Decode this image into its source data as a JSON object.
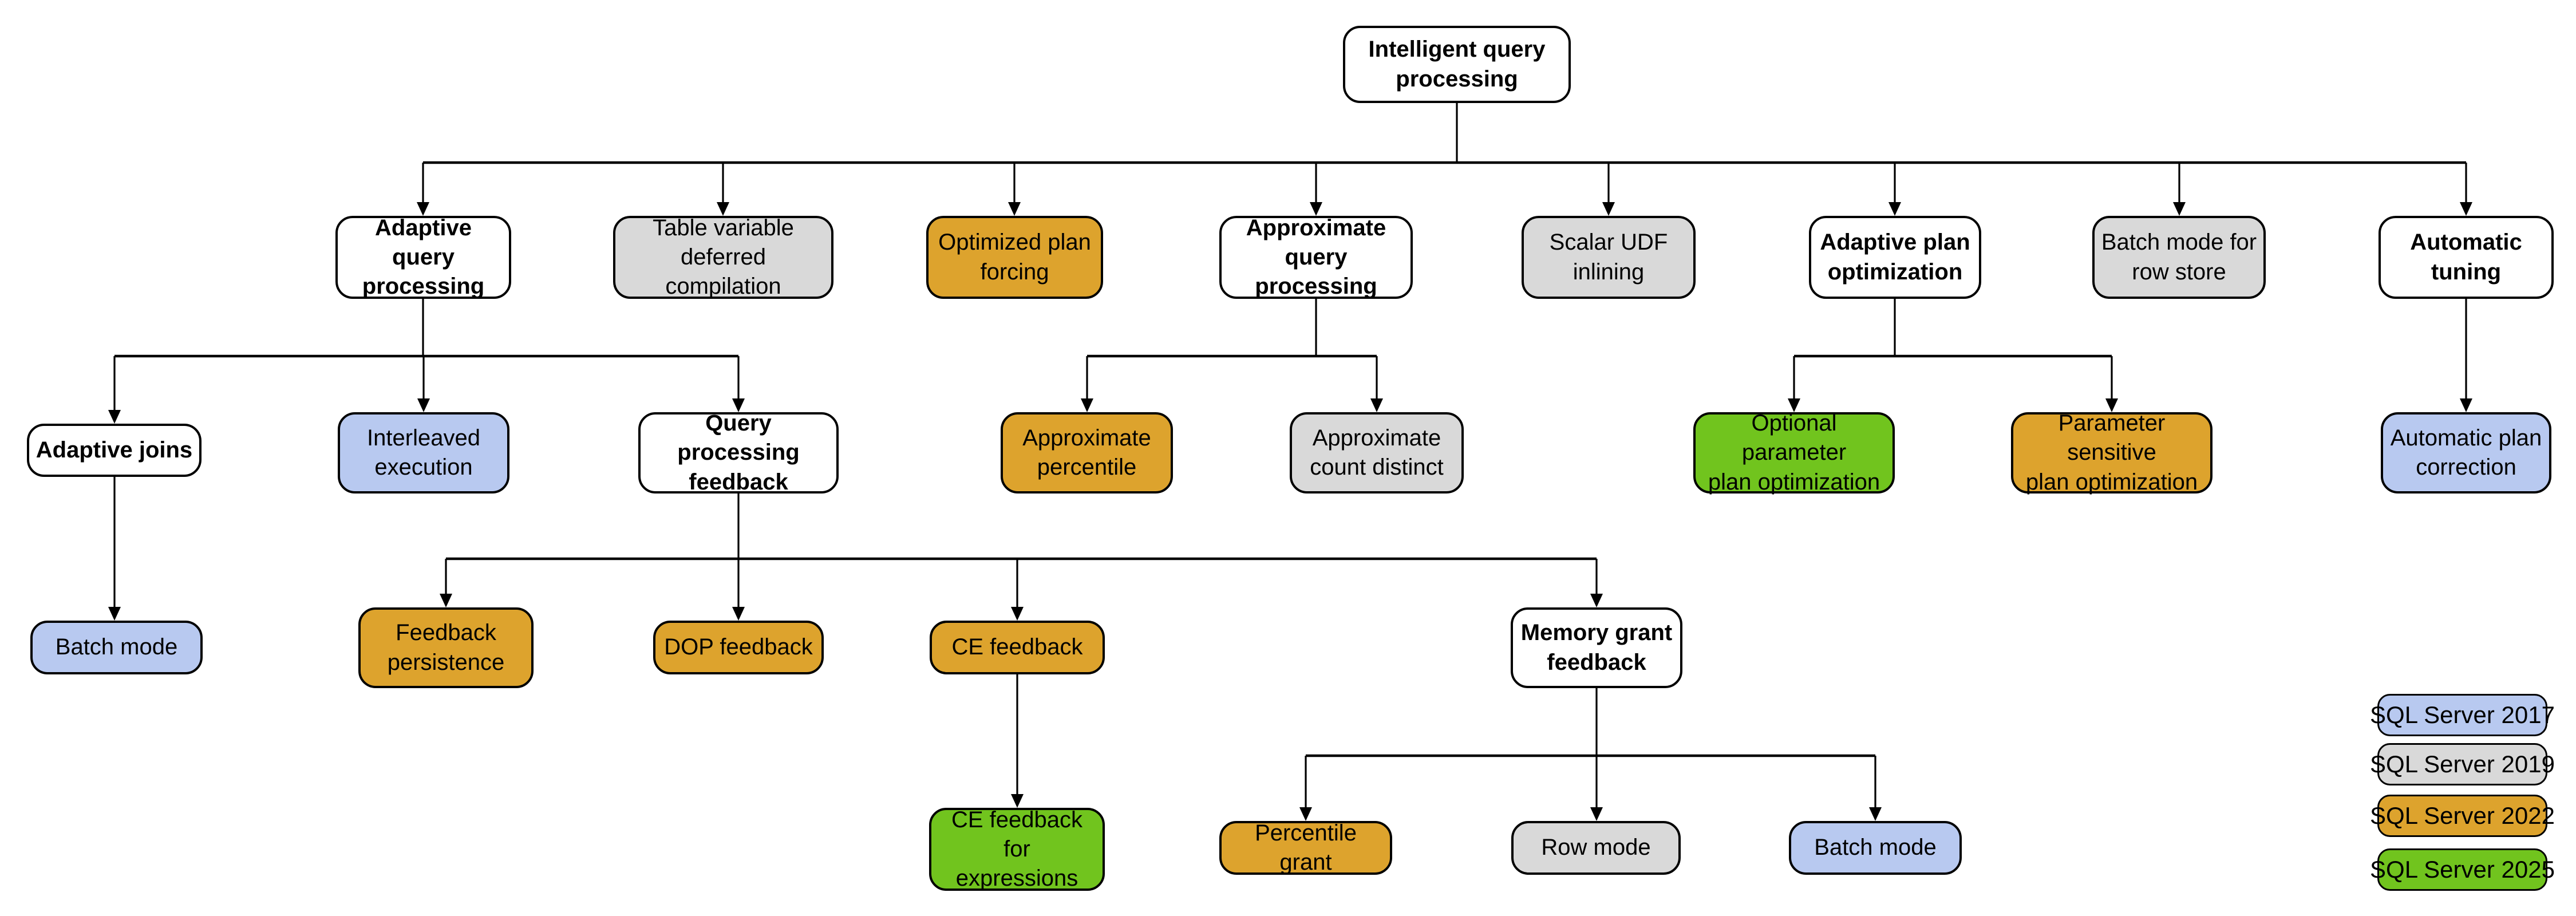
{
  "diagram": {
    "title": "Intelligent query processing",
    "theme": {
      "plain": "#FFFFFF",
      "2017": "#B8C9F0",
      "2019": "#D9D9D9",
      "2022": "#DDA32D",
      "2025": "#71C41E",
      "line": "#000000"
    },
    "nodes": [
      {
        "id": "intelligent-query-processing",
        "label": "Intelligent query\nprocessing",
        "version": "plain",
        "parent": null
      },
      {
        "id": "adaptive-query-processing",
        "label": "Adaptive query\nprocessing",
        "version": "plain",
        "parent": "intelligent-query-processing"
      },
      {
        "id": "table-variable-deferred-compilation",
        "label": "Table variable\ndeferred compilation",
        "version": "2019",
        "parent": "intelligent-query-processing"
      },
      {
        "id": "optimized-plan-forcing",
        "label": "Optimized plan\nforcing",
        "version": "2022",
        "parent": "intelligent-query-processing"
      },
      {
        "id": "approximate-query-processing",
        "label": "Approximate\nquery processing",
        "version": "plain",
        "parent": "intelligent-query-processing"
      },
      {
        "id": "scalar-udf-inlining",
        "label": "Scalar UDF\ninlining",
        "version": "2019",
        "parent": "intelligent-query-processing"
      },
      {
        "id": "adaptive-plan-optimization",
        "label": "Adaptive plan\noptimization",
        "version": "plain",
        "parent": "intelligent-query-processing"
      },
      {
        "id": "batch-mode-for-row-store",
        "label": "Batch mode for\nrow store",
        "version": "2019",
        "parent": "intelligent-query-processing"
      },
      {
        "id": "automatic-tuning",
        "label": "Automatic\ntuning",
        "version": "plain",
        "parent": "intelligent-query-processing"
      },
      {
        "id": "adaptive-joins",
        "label": "Adaptive joins",
        "version": "plain",
        "parent": "adaptive-query-processing"
      },
      {
        "id": "interleaved-execution",
        "label": "Interleaved\nexecution",
        "version": "2017",
        "parent": "adaptive-query-processing"
      },
      {
        "id": "query-processing-feedback",
        "label": "Query processing\nfeedback",
        "version": "plain",
        "parent": "adaptive-query-processing"
      },
      {
        "id": "approximate-percentile",
        "label": "Approximate\npercentile",
        "version": "2022",
        "parent": "approximate-query-processing"
      },
      {
        "id": "approximate-count-distinct",
        "label": "Approximate\ncount distinct",
        "version": "2019",
        "parent": "approximate-query-processing"
      },
      {
        "id": "optional-parameter-plan-optimization",
        "label": "Optional parameter\nplan optimization",
        "version": "2025",
        "parent": "adaptive-plan-optimization"
      },
      {
        "id": "parameter-sensitive-plan-optimization",
        "label": "Parameter sensitive\nplan optimization",
        "version": "2022",
        "parent": "adaptive-plan-optimization"
      },
      {
        "id": "automatic-plan-correction",
        "label": "Automatic plan\ncorrection",
        "version": "2017",
        "parent": "automatic-tuning"
      },
      {
        "id": "batch-mode-adaptive-joins",
        "label": "Batch mode",
        "version": "2017",
        "parent": "adaptive-joins"
      },
      {
        "id": "feedback-persistence",
        "label": "Feedback\npersistence",
        "version": "2022",
        "parent": "query-processing-feedback"
      },
      {
        "id": "dop-feedback",
        "label": "DOP feedback",
        "version": "2022",
        "parent": "query-processing-feedback"
      },
      {
        "id": "ce-feedback",
        "label": "CE feedback",
        "version": "2022",
        "parent": "query-processing-feedback"
      },
      {
        "id": "memory-grant-feedback",
        "label": "Memory grant\nfeedback",
        "version": "plain",
        "parent": "query-processing-feedback"
      },
      {
        "id": "ce-feedback-for-expressions",
        "label": "CE feedback for\nexpressions",
        "version": "2025",
        "parent": "ce-feedback"
      },
      {
        "id": "percentile-grant",
        "label": "Percentile grant",
        "version": "2022",
        "parent": "memory-grant-feedback"
      },
      {
        "id": "row-mode",
        "label": "Row mode",
        "version": "2019",
        "parent": "memory-grant-feedback"
      },
      {
        "id": "batch-mode-memory-grant",
        "label": "Batch mode",
        "version": "2017",
        "parent": "memory-grant-feedback"
      }
    ],
    "legend": [
      {
        "label": "SQL Server 2017",
        "version": "2017"
      },
      {
        "label": "SQL Server 2019",
        "version": "2019"
      },
      {
        "label": "SQL Server 2022",
        "version": "2022"
      },
      {
        "label": "SQL Server 2025",
        "version": "2025"
      }
    ]
  }
}
